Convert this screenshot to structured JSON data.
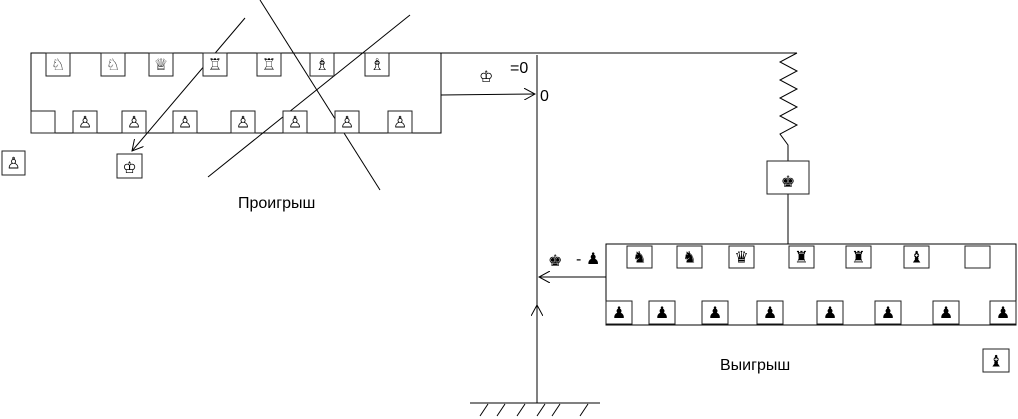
{
  "labels": {
    "lose": "Проигрыш",
    "win": "Выигрыш",
    "king_eq": "=0",
    "zero": "0",
    "minus": "-"
  },
  "icons": {
    "white_king": "♔",
    "black_king": "♚",
    "black_pawn": "♟",
    "white_pawn": "♙",
    "black_bishop": "♝"
  },
  "white_group": {
    "top": [
      "♘",
      "♘",
      "♕",
      "♖",
      "♖",
      "♗",
      "♗"
    ],
    "bottom": [
      "",
      "♙",
      "♙",
      "♙",
      "♙",
      "♙",
      "♙",
      "♙"
    ]
  },
  "black_group": {
    "top": [
      "♞",
      "♞",
      "♛",
      "♜",
      "♜",
      "♝",
      ""
    ],
    "bottom": [
      "♟",
      "♟",
      "♟",
      "♟",
      "♟",
      "♟",
      "♟",
      "♟"
    ]
  },
  "loose": {
    "white_pawn": "♙",
    "white_king": "♔",
    "black_king": "♚",
    "black_bishop": "♝"
  }
}
